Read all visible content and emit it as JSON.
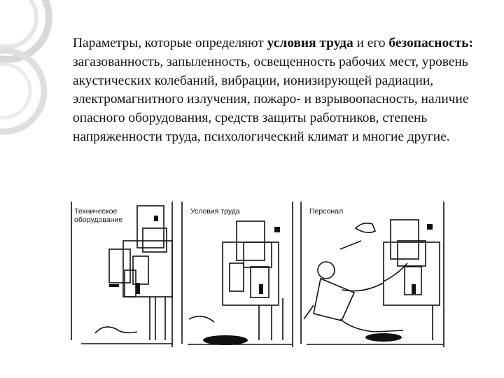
{
  "slide": {
    "text_part1": "Параметры, которые определяют ",
    "bold1": "условия труда",
    "text_part2": " и его ",
    "bold2": "безопасность:",
    "text_part3": " загазованность, запыленность, освещенность рабочих мест, уровень акустических колебаний, вибрации, ионизирующей радиации, электромагнитного излучения, пожаро- и взрывоопасность, наличие опасного оборудования, средств защиты работников, степень напряженности труда, психологический климат и многие другие."
  },
  "illustration": {
    "panels": [
      {
        "caption": "Техническое\nоборудование"
      },
      {
        "caption": "Условия труда"
      },
      {
        "caption": "Персонал"
      }
    ]
  }
}
